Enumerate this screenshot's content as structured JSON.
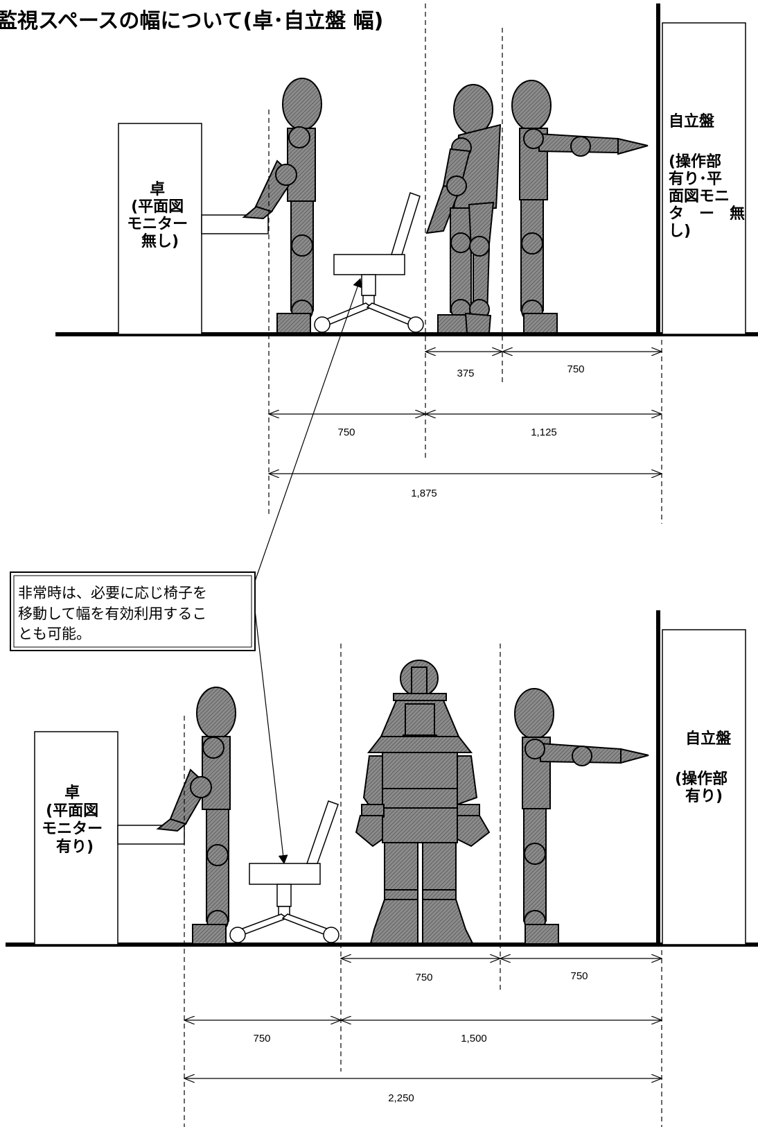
{
  "title": "監視スペースの幅について(卓･自立盤 幅)",
  "top": {
    "desk_label": [
      "卓",
      "(平面図",
      "モニター",
      "無し)"
    ],
    "panel_label": [
      "自立盤",
      "",
      "(操作部",
      "有り･平",
      "面図モニ",
      "タ　ー　無",
      "し)"
    ],
    "dims": [
      "375",
      "750",
      "750",
      "1,125",
      "1,875"
    ]
  },
  "bottom": {
    "desk_label": [
      "卓",
      "(平面図",
      "モニター",
      "有り)"
    ],
    "panel_label": [
      "自立盤",
      "",
      "(操作部",
      "有り)"
    ],
    "dims": [
      "750",
      "750",
      "750",
      "1,500",
      "2,250"
    ]
  },
  "note": [
    "非常時は、必要に応じ椅子を",
    "移動して幅を有効利用するこ",
    "とも可能。"
  ]
}
